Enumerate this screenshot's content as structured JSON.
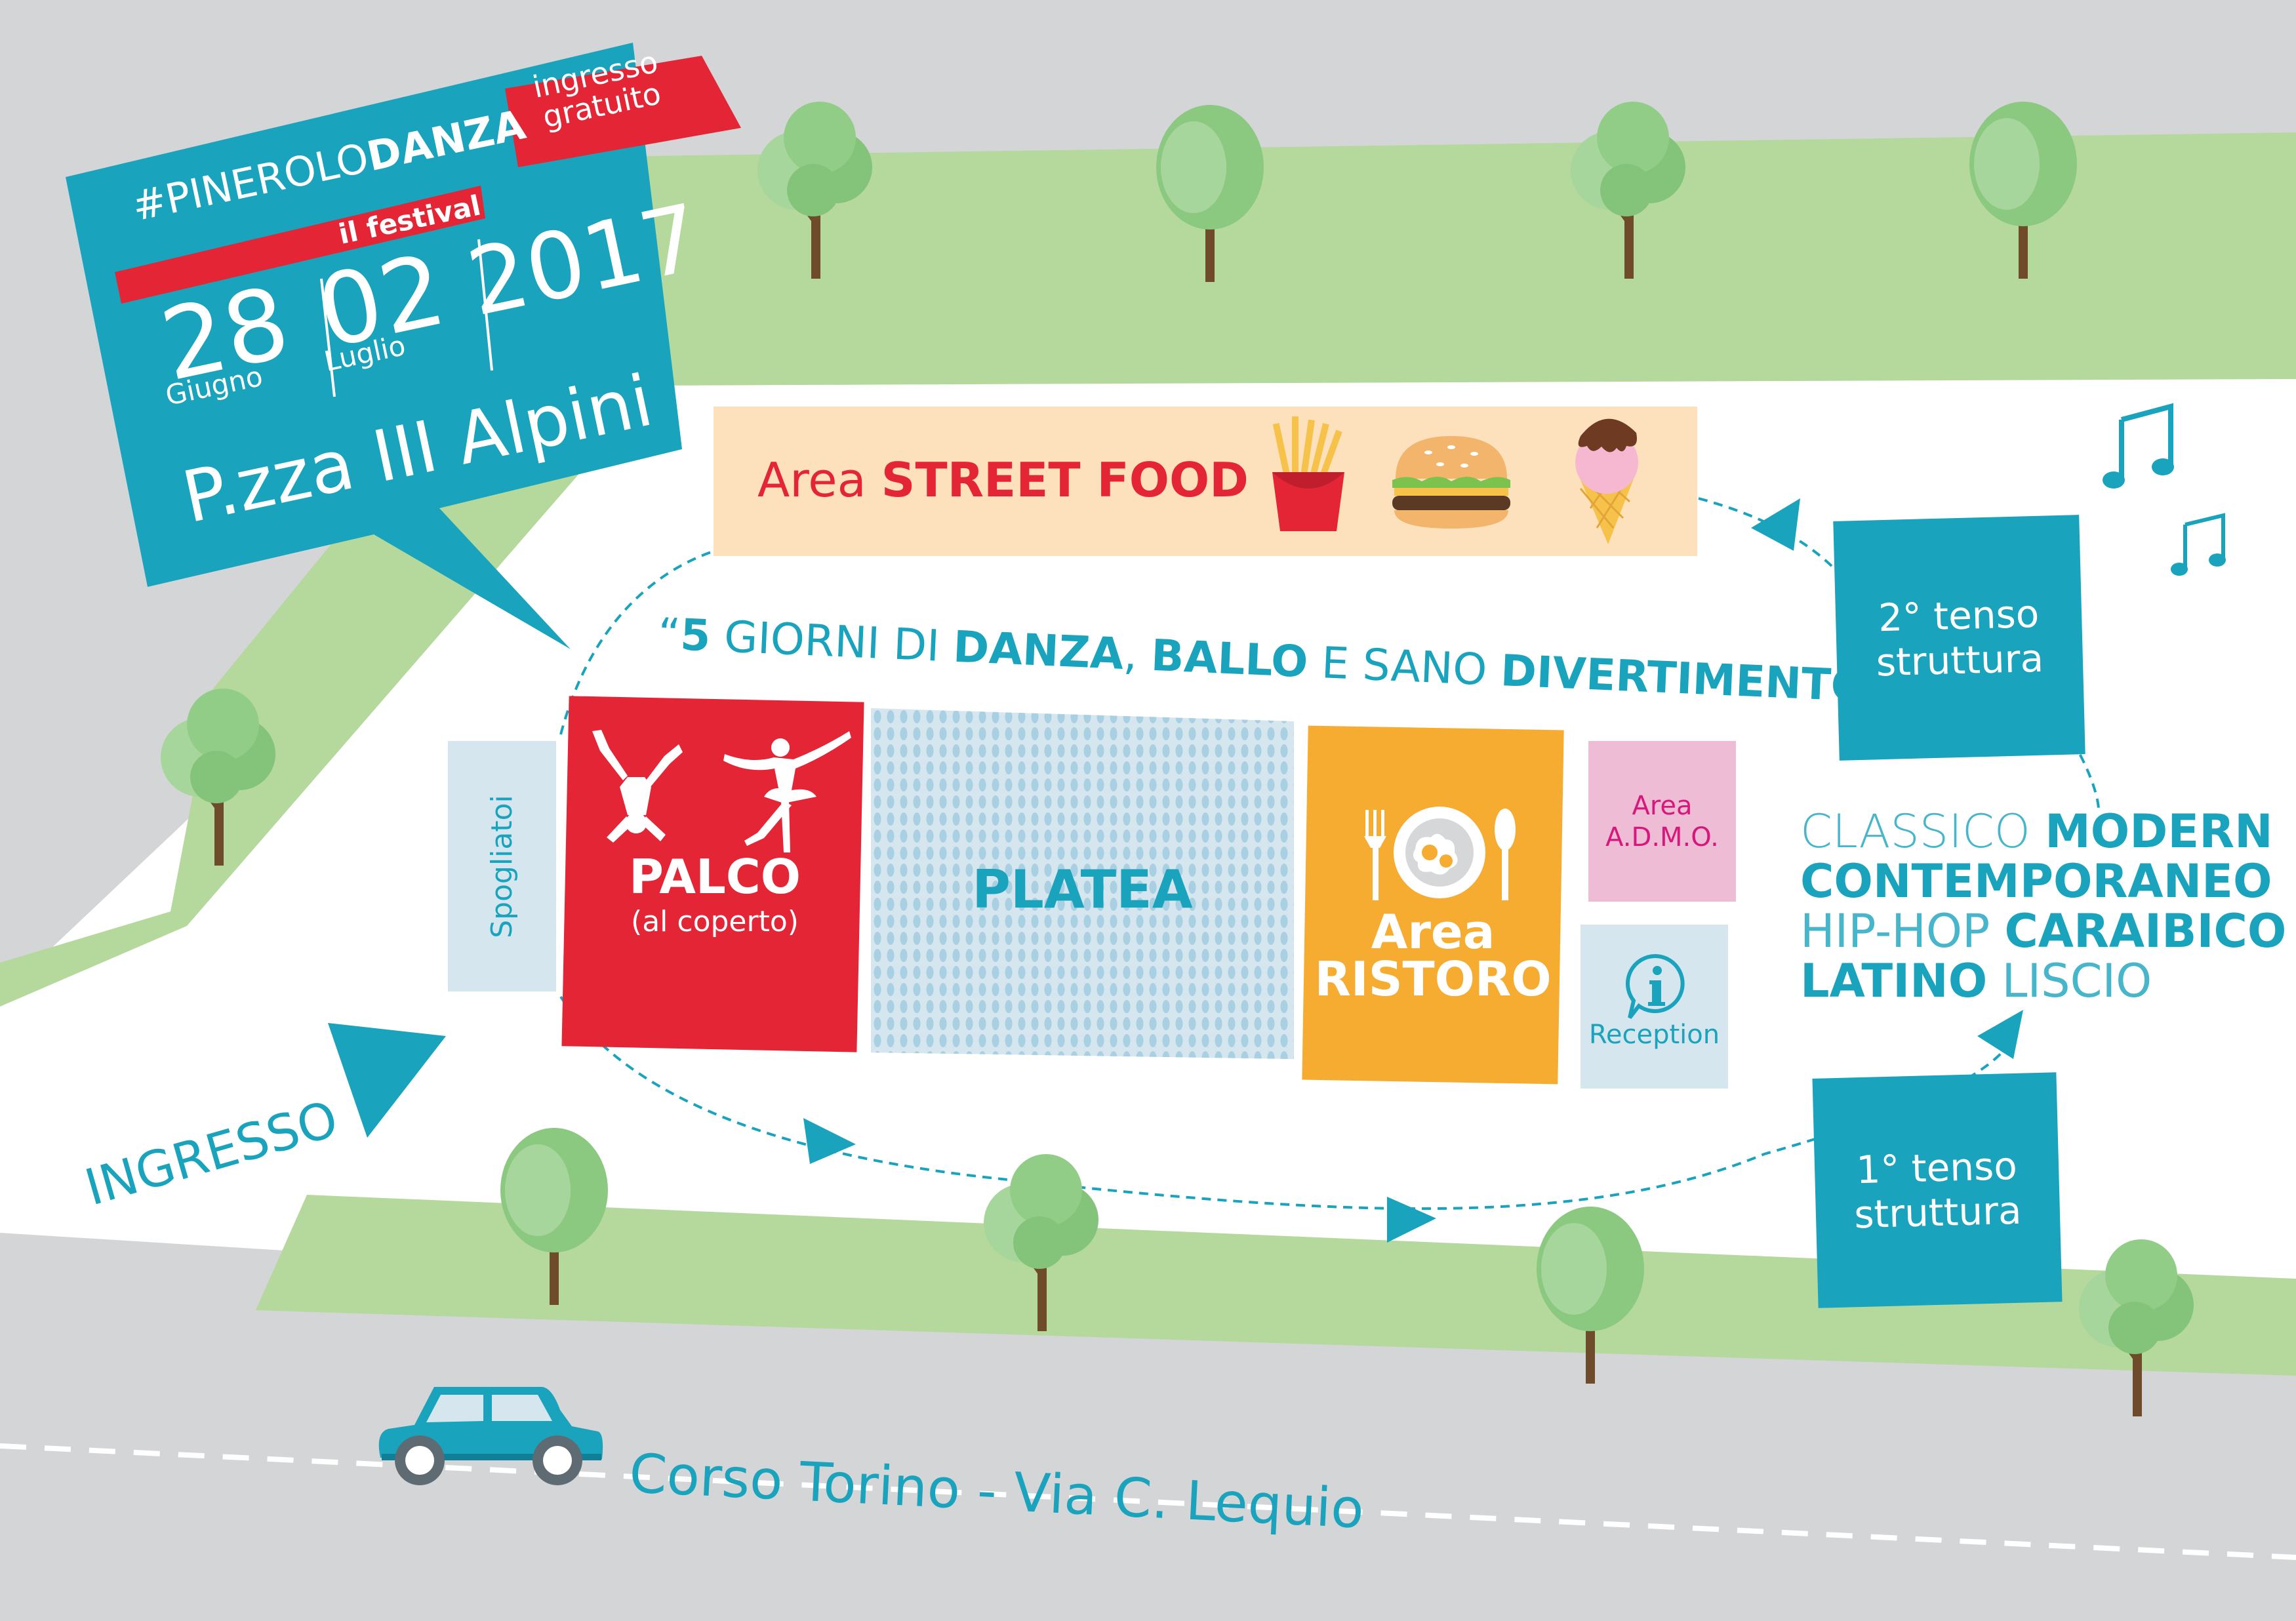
{
  "header": {
    "hashtag": "#PINEROLO",
    "brand_bold": "DANZA",
    "subtitle": "il festival",
    "badge_line1": "ingresso",
    "badge_line2": "gratuito",
    "day_start": "28",
    "month_start": "Giugno",
    "day_end": "02",
    "month_end": "Luglio",
    "year": "2017",
    "location": "P.zza III Alpini"
  },
  "areas": {
    "street_food_prefix": "Area",
    "street_food_bold": "STREET FOOD",
    "spogliatoi": "Spogliatoi",
    "palco": "PALCO",
    "palco_sub": "(al coperto)",
    "platea": "PLATEA",
    "ristoro_line1": "Area",
    "ristoro_line2": "RISTORO",
    "admo_line1": "Area",
    "admo_line2": "A.D.M.O.",
    "reception": "Reception",
    "tenso2_line1": "2° tenso",
    "tenso2_line2": "struttura",
    "tenso1_line1": "1° tenso",
    "tenso1_line2": "struttura",
    "ingresso": "INGRESSO"
  },
  "slogan": {
    "open_quote": "“",
    "w1": "5",
    "w2": " GIORNI DI ",
    "w3": "DANZA",
    "w4": ", ",
    "w5": "BALLO",
    "w6": " E SANO ",
    "w7": "DIVERTIMENTO",
    "close_quote": "”"
  },
  "styles": {
    "classico": "CLASSICO",
    "modern": "MODERN",
    "contemporaneo": "CONTEMPORANEO",
    "hiphop": "HIP-HOP",
    "caraibico": "CARAIBICO",
    "latino": "LATINO",
    "liscio": "LISCIO"
  },
  "street": "Corso Torino - Via C. Lequio",
  "colors": {
    "road": "#d4d5d7",
    "grass": "#b5d99c",
    "teal": "#1aa3bd",
    "red": "#e42535",
    "orange": "#f6ac31",
    "light_blue": "#d5e6ef",
    "pink": "#efbcd6",
    "cream": "#fde1bd",
    "tree_green": "#83c47a",
    "trunk": "#6e4c2b"
  },
  "icons": [
    "breakdancer-icon",
    "ballerina-icon",
    "fries-icon",
    "burger-icon",
    "ice-cream-icon",
    "plate-cutlery-icon",
    "info-icon",
    "music-note-icon",
    "car-icon",
    "tree-icon",
    "arrow-icon"
  ]
}
